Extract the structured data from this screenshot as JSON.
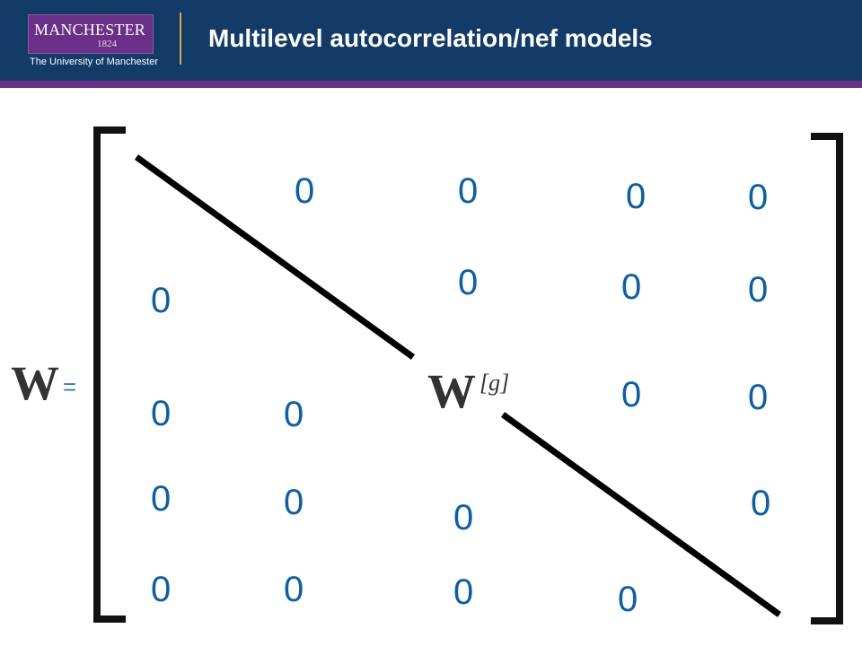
{
  "header": {
    "logo_name": "MANCHESTER",
    "logo_year": "1824",
    "logo_subtitle": "The University of Manchester",
    "title": "Multilevel autocorrelation/nef models",
    "colors": {
      "header_bg": "#123b68",
      "accent": "#6a2f86",
      "divider": "#d7a94a"
    }
  },
  "diagram": {
    "lhs_symbol": "W",
    "equals": "=",
    "block_symbol": "W",
    "block_superscript": "[g]",
    "zero": "0",
    "zero_color": "#0b5ea8"
  }
}
